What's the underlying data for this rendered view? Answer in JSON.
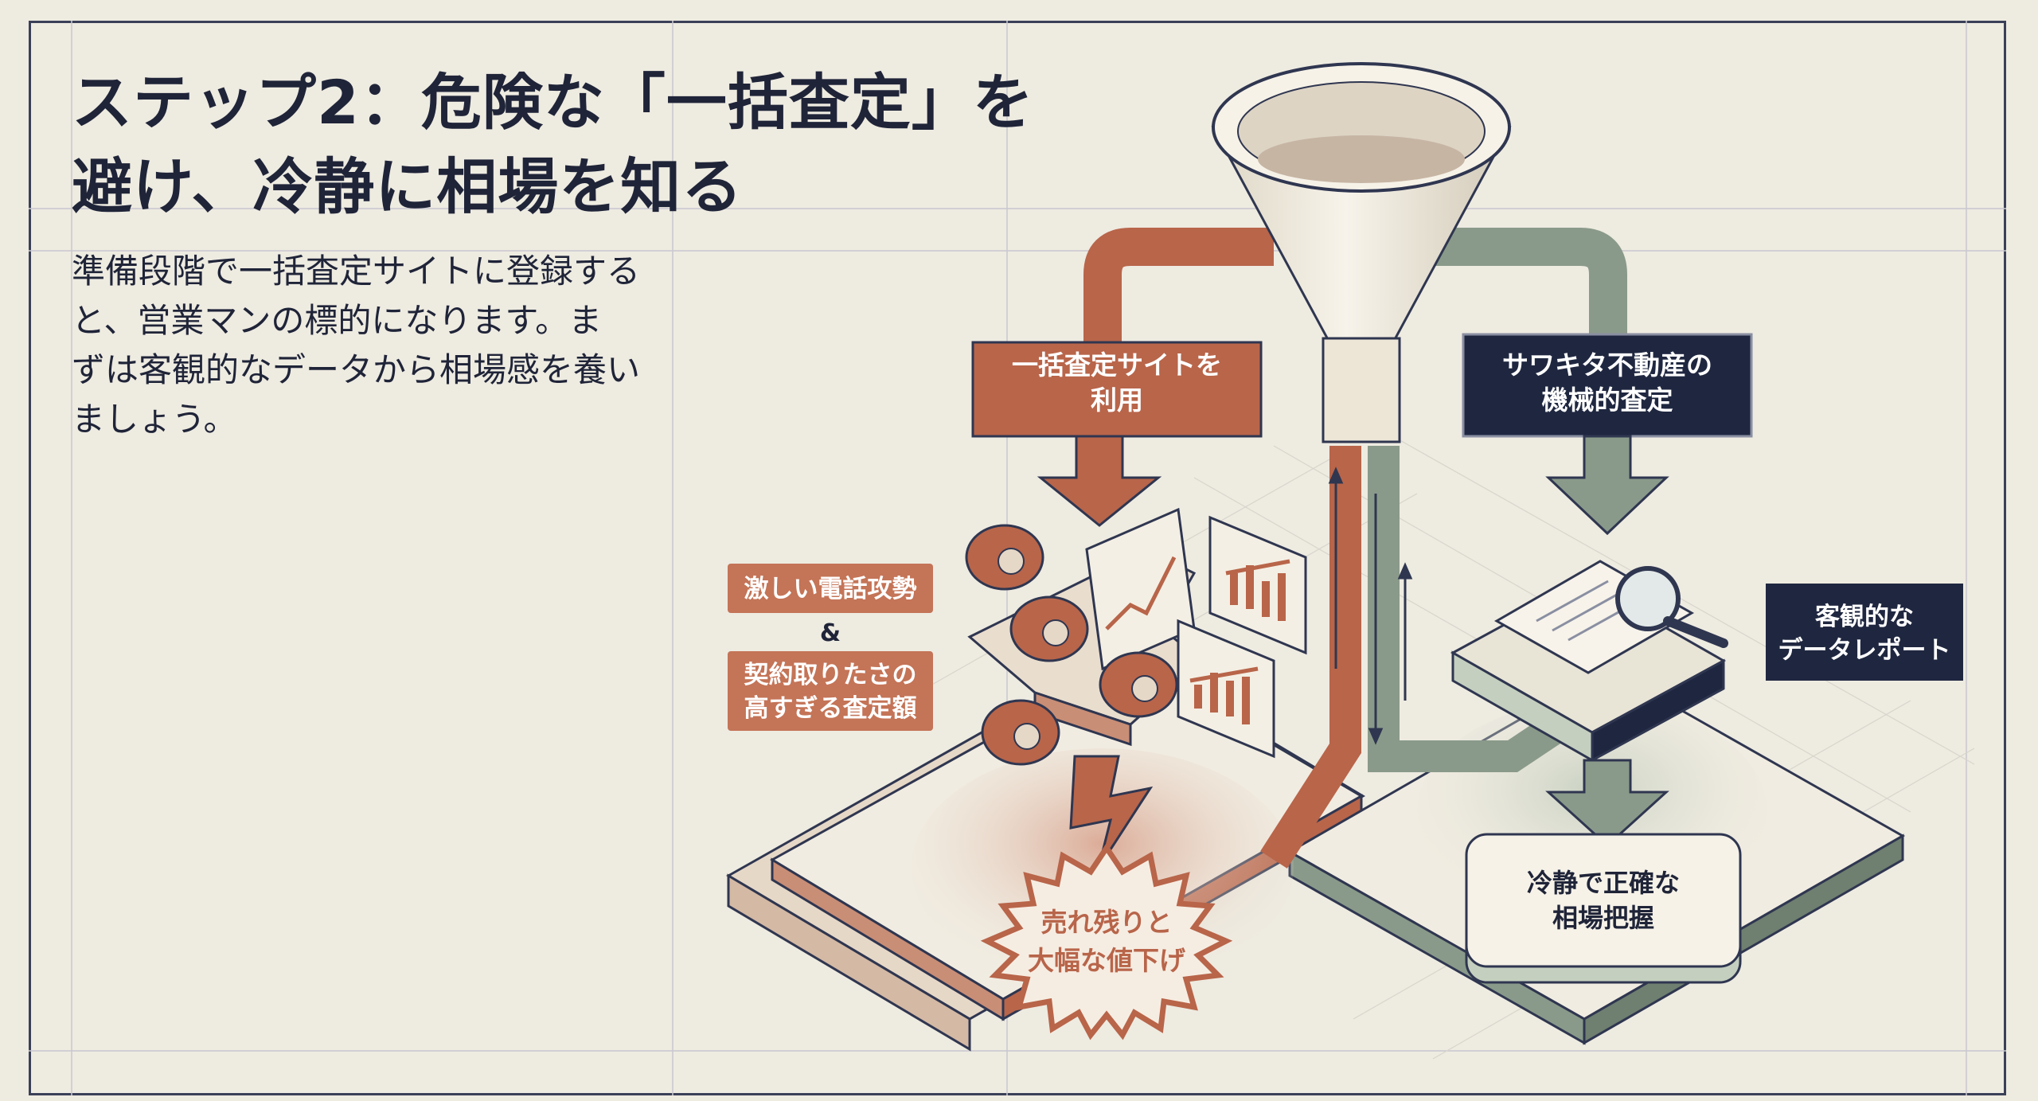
{
  "title": {
    "line1": "ステップ2：危険な「一括査定」を",
    "line2": "避け、冷静に相場を知る"
  },
  "description": "準備段階で一括査定サイトに登録すると、営業マンの標的になります。まずは客観的なデータから相場感を養いましょう。",
  "description_lines": [
    "準備段階で一括査定サイトに登録する",
    "と、営業マンの標的になります。ま",
    "ずは客観的なデータから相場感を養い",
    "ましょう。"
  ],
  "left_path": {
    "box_line1": "一括査定サイトを",
    "box_line2": "利用",
    "label_calls": "激しい電話攻勢",
    "ampersand": "&",
    "label_price_1": "契約取りたさの",
    "label_price_2": "高すぎる査定額",
    "result_line1": "売れ残りと",
    "result_line2": "大幅な値下げ"
  },
  "right_path": {
    "box_line1": "サワキタ不動産の",
    "box_line2": "機械的査定",
    "report_line1": "客観的な",
    "report_line2": "データレポート",
    "result_line1": "冷静で正確な",
    "result_line2": "相場把握"
  },
  "colors": {
    "background": "#eeebe1",
    "navy": "#1f2740",
    "terracotta": "#b8654a",
    "terracotta_light": "#c98e76",
    "sage": "#8a9a8a",
    "sage_dark": "#6f7f70",
    "funnel": "#f1ece0",
    "text": "#1f2438"
  }
}
